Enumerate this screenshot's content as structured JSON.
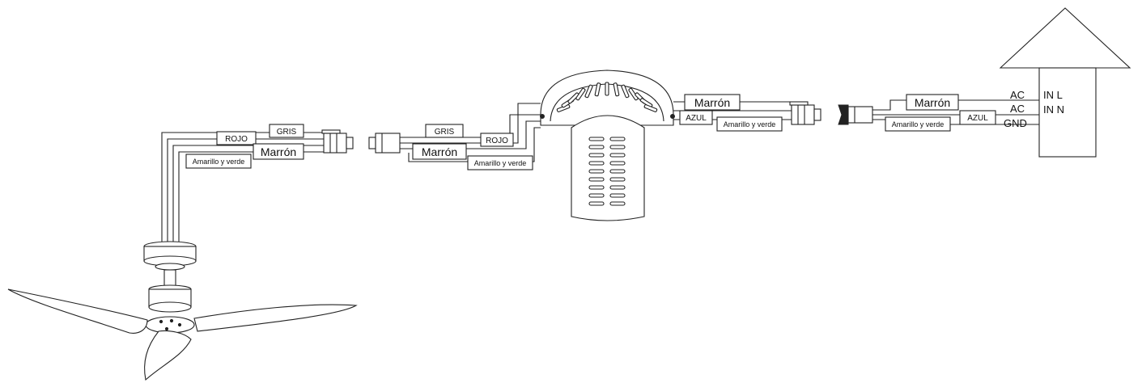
{
  "fan_side": {
    "gris": "GRIS",
    "rojo": "ROJO",
    "marron": "Marrón",
    "amarillo_verde": "Amarillo y verde"
  },
  "receiver_input": {
    "gris": "GRIS",
    "rojo": "ROJO",
    "marron": "Marrón",
    "amarillo_verde": "Amarillo y verde"
  },
  "receiver_output": {
    "marron": "Marrón",
    "azul": "AZUL",
    "amarillo_verde": "Amarillo y verde"
  },
  "mains_side": {
    "marron": "Marrón",
    "azul": "AZUL",
    "amarillo_verde": "Amarillo y verde",
    "ac_l": "AC",
    "ac_n": "AC",
    "gnd": "GND",
    "in_l": "IN  L",
    "in_n": "IN  N"
  }
}
